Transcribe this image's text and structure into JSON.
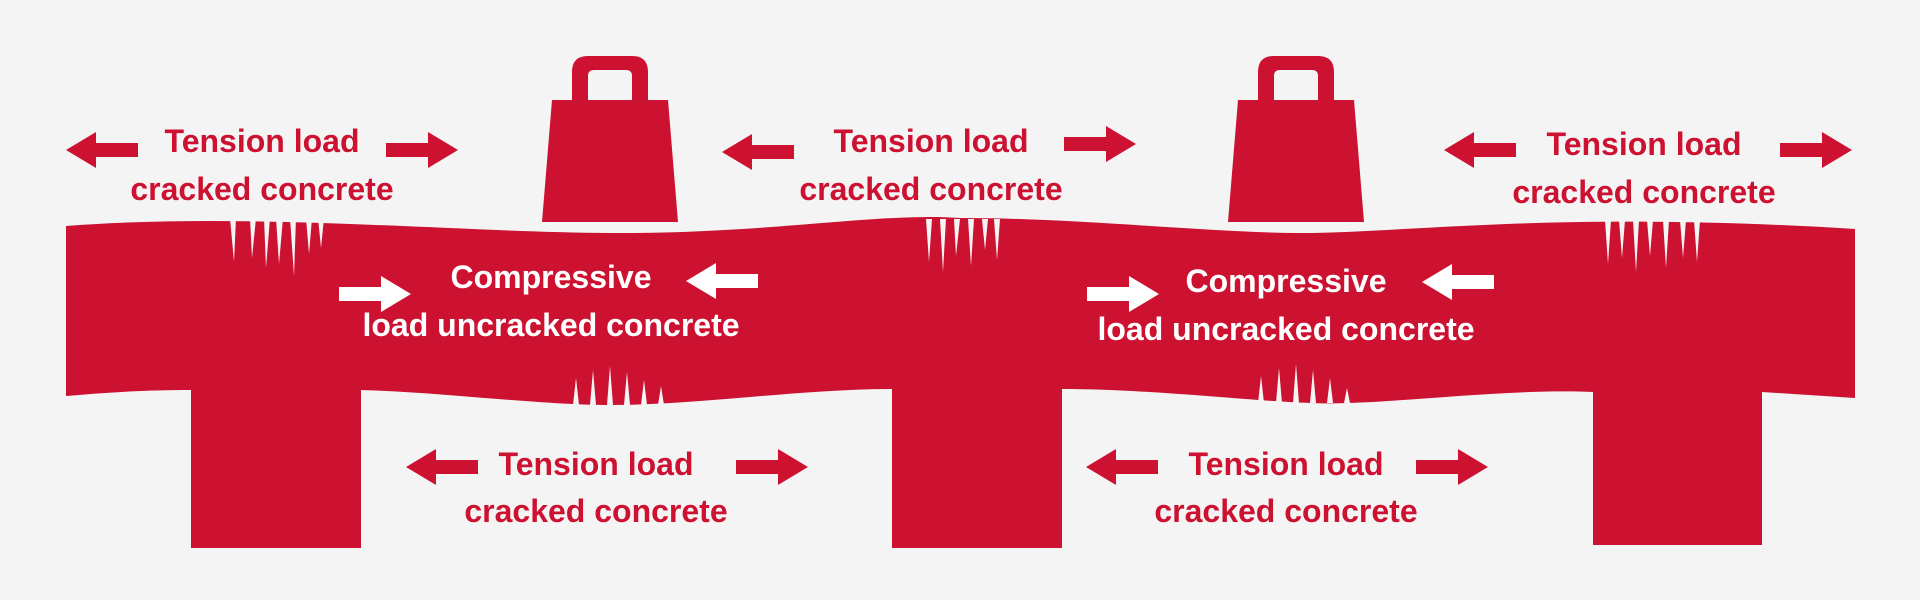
{
  "colors": {
    "background": "#f4f4f4",
    "concrete": "#cc1131",
    "label_outside": "#cc1131",
    "label_inside": "#ffffff"
  },
  "labels": {
    "tension_line1": "Tension load",
    "tension_line2": "cracked concrete",
    "compressive_line1": "Compressive",
    "compressive_line2": "load uncracked concrete"
  },
  "icons": {
    "weight": "weight-icon",
    "arrow_left": "arrow-left-icon",
    "arrow_right": "arrow-right-icon"
  }
}
